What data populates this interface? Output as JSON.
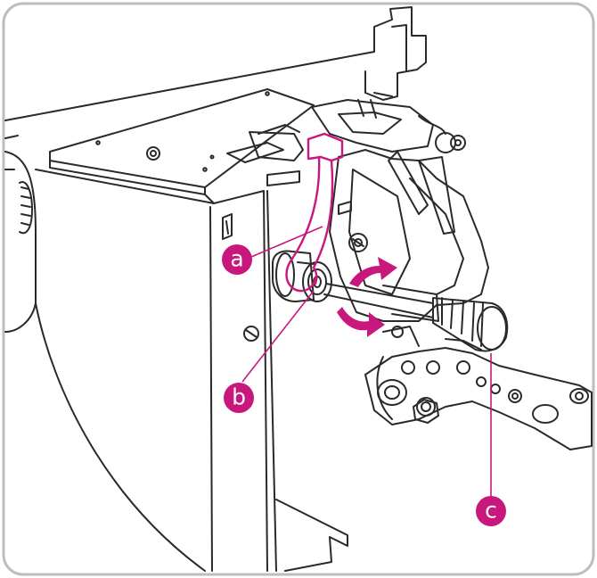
{
  "callouts": [
    {
      "id": "a",
      "label": "a"
    },
    {
      "id": "b",
      "label": "b"
    },
    {
      "id": "c",
      "label": "c"
    }
  ],
  "colors": {
    "accent": "#c8187d",
    "line": "#2a2a2a",
    "frame_border": "#bdbdbd",
    "background": "#ffffff"
  }
}
